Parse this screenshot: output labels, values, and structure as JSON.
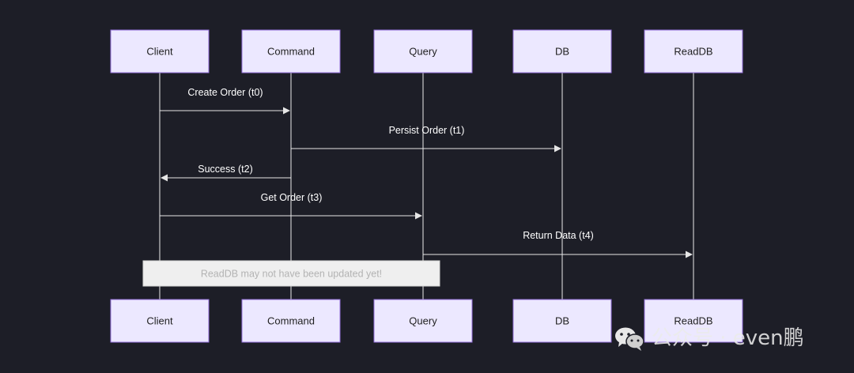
{
  "colors": {
    "background": "#1d1e27",
    "actor_fill": "#ece8ff",
    "actor_border": "#9370db",
    "note_fill": "#efefef"
  },
  "participants": [
    "Client",
    "Command",
    "Query",
    "DB",
    "ReadDB"
  ],
  "messages": [
    {
      "from": "Client",
      "to": "Command",
      "label": "Create Order (t0)"
    },
    {
      "from": "Command",
      "to": "DB",
      "label": "Persist Order (t1)"
    },
    {
      "from": "Command",
      "to": "Client",
      "label": "Success (t2)"
    },
    {
      "from": "Client",
      "to": "Query",
      "label": "Get Order (t3)"
    },
    {
      "from": "Query",
      "to": "ReadDB",
      "label": "Return Data (t4)"
    }
  ],
  "note": {
    "text": "ReadDB may not have been updated yet!",
    "over": [
      "Client",
      "Query"
    ]
  },
  "watermark": {
    "icon": "wechat-icon",
    "text": "公众号 · even鹏"
  }
}
